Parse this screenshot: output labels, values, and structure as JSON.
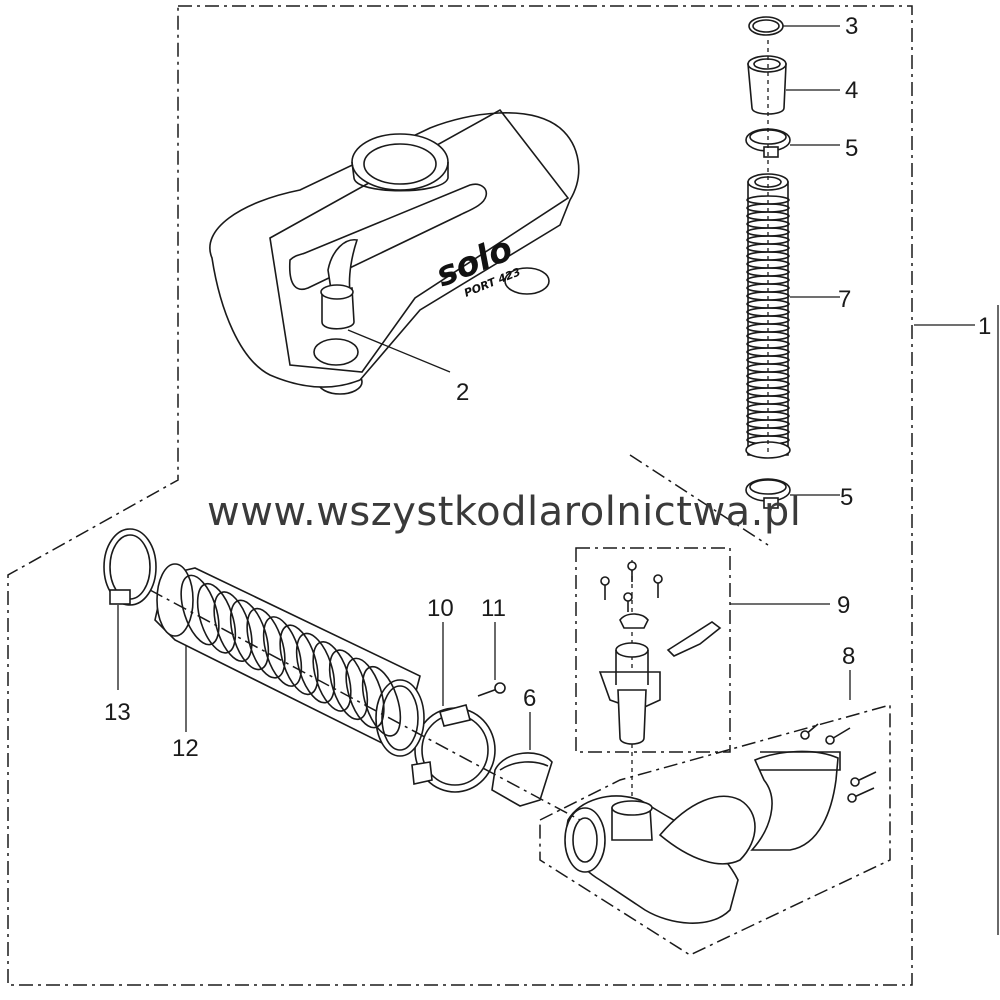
{
  "diagram": {
    "logo": {
      "brand": "solo",
      "model": "PORT 423"
    },
    "watermark": "www.wszystkodlarolnictwa.pl",
    "part_labels": {
      "p1": "1",
      "p2": "2",
      "p3": "3",
      "p4": "4",
      "p5a": "5",
      "p5b": "5",
      "p6": "6",
      "p7": "7",
      "p8": "8",
      "p9": "9",
      "p10": "10",
      "p11": "11",
      "p12": "12",
      "p13": "13"
    }
  }
}
